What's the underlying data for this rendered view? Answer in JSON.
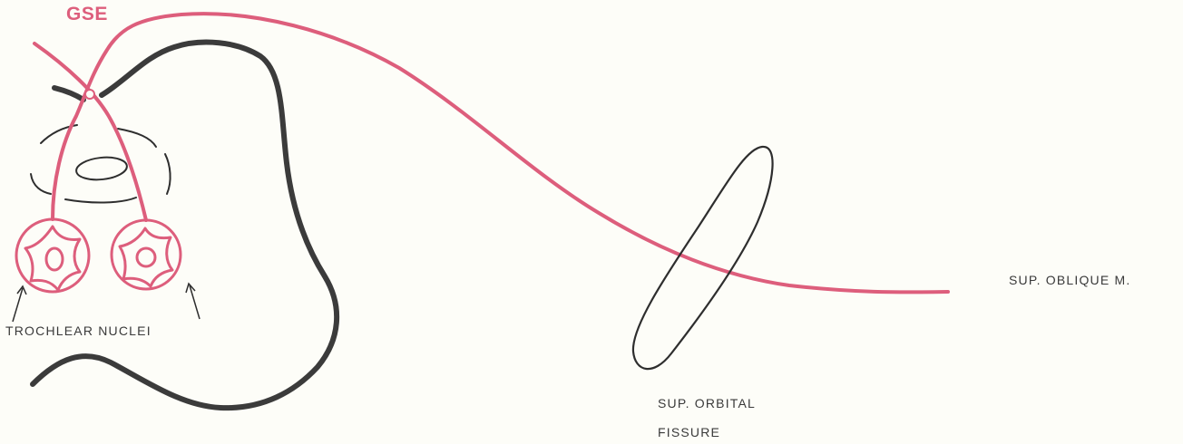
{
  "colors": {
    "background": "#fdfdf8",
    "gse_nerve": "#dd5e7c",
    "brainstem_outline": "#3b3b3b",
    "thin_line": "#2e2e2e",
    "label_text": "#3a3a3a"
  },
  "labels": {
    "gse": "GSE",
    "trochlear_nuclei": "TROCHLEAR NUCLEI",
    "sup_orbital_fissure_line1": "SUP. ORBITAL",
    "sup_orbital_fissure_line2": "FISSURE",
    "sup_oblique_muscle": "SUP. OBLIQUE M."
  }
}
